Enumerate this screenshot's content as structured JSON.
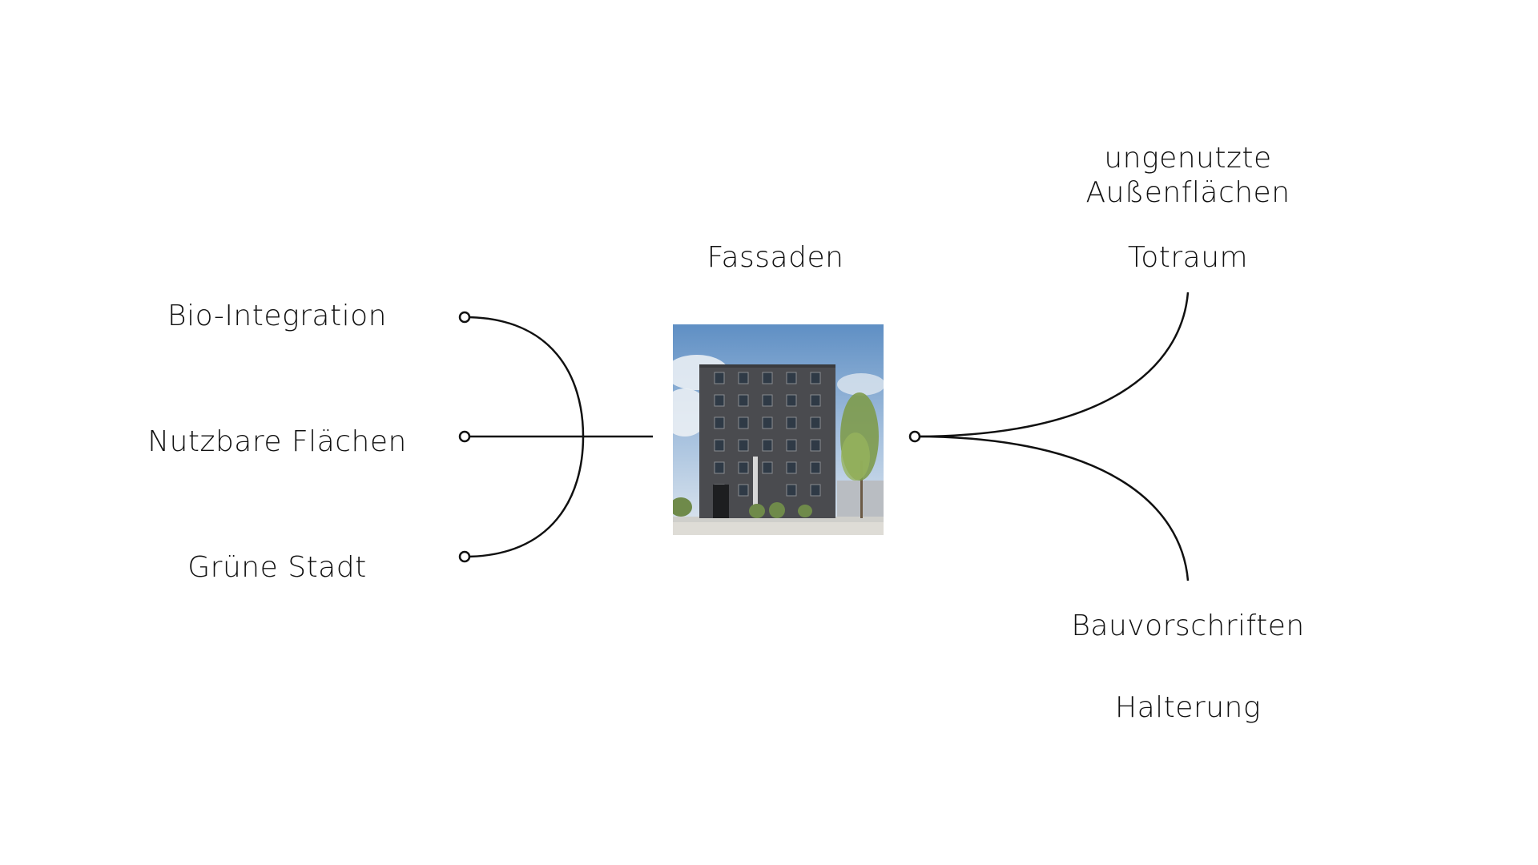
{
  "left_labels": [
    "Bio-Integration",
    "Nutzbare Flächen",
    "Grüne Stadt"
  ],
  "center_label": "Fassaden",
  "right_top_labels": [
    "ungenutzte",
    "Außenflächen",
    "Totraum"
  ],
  "right_bottom_labels": [
    "Bauvorschriften",
    "Halterung"
  ],
  "colors": {
    "line": "#111111",
    "background": "#ffffff"
  },
  "center_image": "building-facade-photo"
}
